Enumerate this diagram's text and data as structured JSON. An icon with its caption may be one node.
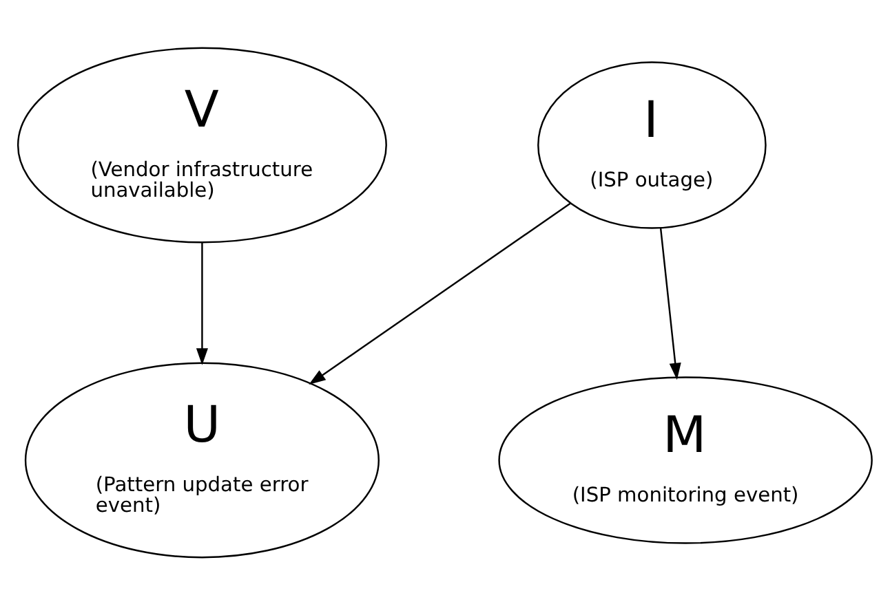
{
  "diagram": {
    "nodes": [
      {
        "text": [
          "V",
          "(Vendor infrastructure unavailable)"
        ]
      },
      {
        "text": [
          "I",
          "(ISP outage)"
        ]
      },
      {
        "text": [
          "U",
          "(Pattern update error event)"
        ]
      },
      {
        "text": [
          "M",
          "(ISP monitoring event)"
        ]
      }
    ],
    "edges": [
      {
        "from": 0,
        "to": 2,
        "arrow": "to"
      },
      {
        "from": 1,
        "to": 2,
        "arrow": "to"
      },
      {
        "from": 1,
        "to": 3,
        "arrow": "to"
      }
    ]
  }
}
